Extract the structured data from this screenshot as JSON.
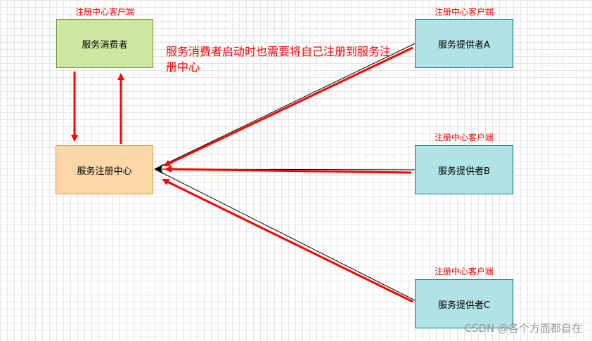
{
  "consumer": {
    "tag": "注册中心客户端",
    "label": "服务消费者"
  },
  "registry": {
    "label": "服务注册中心"
  },
  "providers": [
    {
      "tag": "注册中心客户端",
      "label": "服务提供者A"
    },
    {
      "tag": "注册中心客户端",
      "label": "服务提供者B"
    },
    {
      "tag": "注册中心客户端",
      "label": "服务提供者C"
    }
  ],
  "note": "服务消费者启动时也需要将自己注册到服务注册中心",
  "watermark": "CSDN @各个方面都自在",
  "colors": {
    "arrow": "#ff0000",
    "connector": "#000000",
    "consumer_fill": "#cde8a0",
    "registry_fill": "#fbd6a7",
    "provider_fill": "#b0e3e6"
  }
}
